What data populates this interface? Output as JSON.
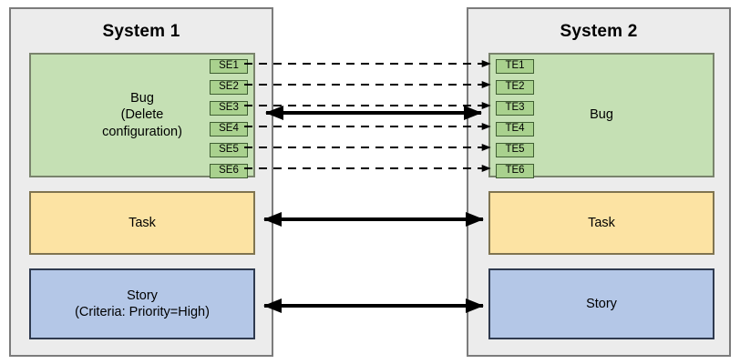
{
  "diagram": {
    "title_left": "System 1",
    "title_right": "System 2",
    "systems": {
      "left": {
        "name": "System 1",
        "items": {
          "bug": {
            "label_line1": "Bug",
            "label_line2": "(Delete",
            "label_line3": "configuration)",
            "color": "#c5e0b4"
          },
          "task": {
            "label": "Task",
            "color": "#fce3a3"
          },
          "story": {
            "label_line1": "Story",
            "label_line2": "(Criteria: Priority=High)",
            "color": "#b4c7e7"
          }
        },
        "endpoints": [
          {
            "label": "SE1"
          },
          {
            "label": "SE2"
          },
          {
            "label": "SE3"
          },
          {
            "label": "SE4"
          },
          {
            "label": "SE5"
          },
          {
            "label": "SE6"
          }
        ]
      },
      "right": {
        "name": "System 2",
        "items": {
          "bug": {
            "label": "Bug",
            "color": "#c5e0b4"
          },
          "task": {
            "label": "Task",
            "color": "#fce3a3"
          },
          "story": {
            "label": "Story",
            "color": "#b4c7e7"
          }
        },
        "endpoints": [
          {
            "label": "TE1"
          },
          {
            "label": "TE2"
          },
          {
            "label": "TE3"
          },
          {
            "label": "TE4"
          },
          {
            "label": "TE5"
          },
          {
            "label": "TE6"
          }
        ]
      }
    },
    "connections": [
      {
        "from": "SE1",
        "to": "TE1",
        "style": "dashed",
        "direction": "right"
      },
      {
        "from": "SE2",
        "to": "TE2",
        "style": "dashed",
        "direction": "right"
      },
      {
        "from": "SE3",
        "to": "TE3",
        "style": "dashed",
        "direction": "right"
      },
      {
        "from": "SE4",
        "to": "TE4",
        "style": "dashed",
        "direction": "right"
      },
      {
        "from": "SE5",
        "to": "TE5",
        "style": "dashed",
        "direction": "right"
      },
      {
        "from": "SE6",
        "to": "TE6",
        "style": "dashed",
        "direction": "right"
      },
      {
        "from": "Bug",
        "to": "Bug",
        "style": "solid",
        "direction": "both"
      },
      {
        "from": "Task",
        "to": "Task",
        "style": "solid",
        "direction": "both"
      },
      {
        "from": "Story",
        "to": "Story",
        "style": "solid",
        "direction": "both"
      }
    ],
    "colors": {
      "background": "#ffffff",
      "system_fill": "#ececec",
      "system_border": "#7b7b7b",
      "bug_fill": "#c5e0b4",
      "task_fill": "#fce3a3",
      "story_fill": "#b4c7e7",
      "chip_fill": "#a9d18e",
      "chip_border": "#3f5e32",
      "connector": "#000000"
    }
  }
}
